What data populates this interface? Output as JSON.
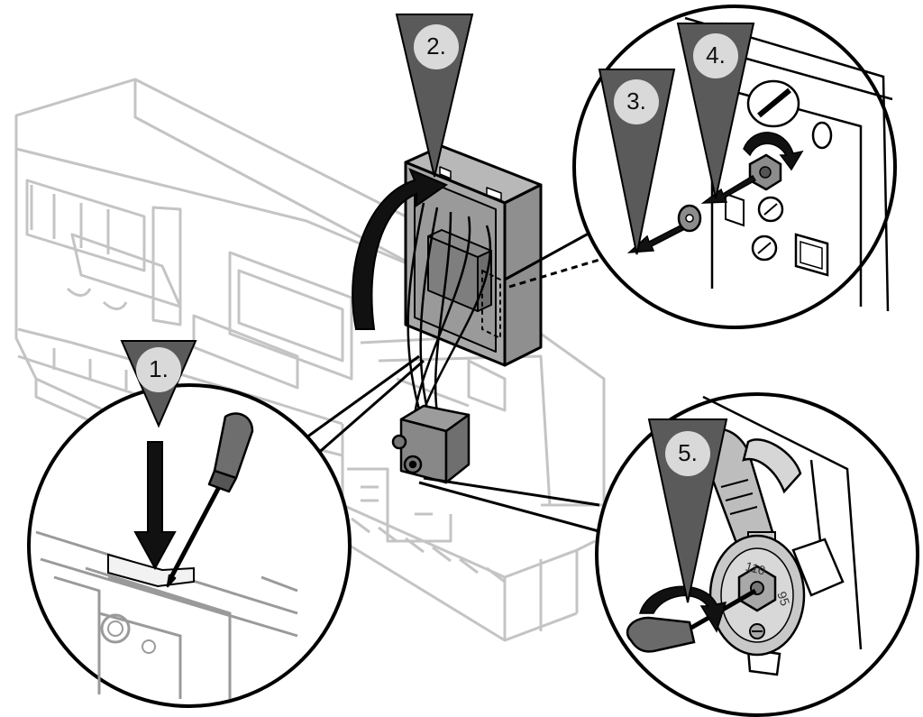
{
  "steps": [
    {
      "label": "1."
    },
    {
      "label": "2."
    },
    {
      "label": "3."
    },
    {
      "label": "4."
    },
    {
      "label": "5."
    }
  ],
  "dial": {
    "marking_110": "110",
    "marking_95": "95"
  },
  "colors": {
    "marker_fill": "#5a5a5a",
    "label_disc": "#d9d9d9",
    "housing_line": "#c4c4c4",
    "outline": "#000000",
    "grey_part": "#8f8f8f"
  }
}
